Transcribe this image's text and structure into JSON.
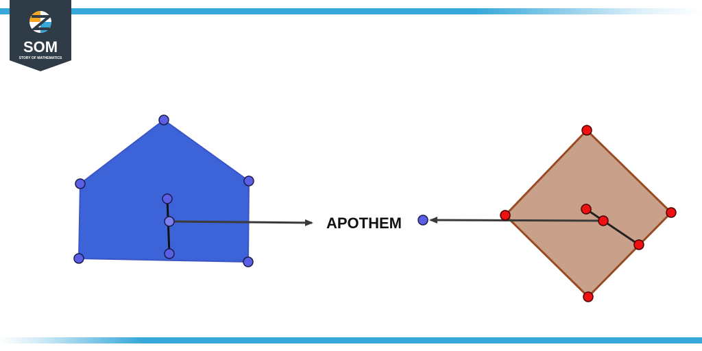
{
  "logo": {
    "abbreviation": "SOM",
    "tagline": "STORY OF MATHEMATICS"
  },
  "diagram": {
    "label": "APOTHEM"
  },
  "colors": {
    "accent_bar": "#38a8db",
    "logo_background": "#2f3b47",
    "pentagon_fill": "#3d63d9",
    "pentagon_vertex": "#5a5fe6",
    "square_fill": "#c9a08a",
    "square_stroke": "#9a4a22",
    "square_vertex": "#ee1111",
    "arrow": "#3a3a3a"
  }
}
